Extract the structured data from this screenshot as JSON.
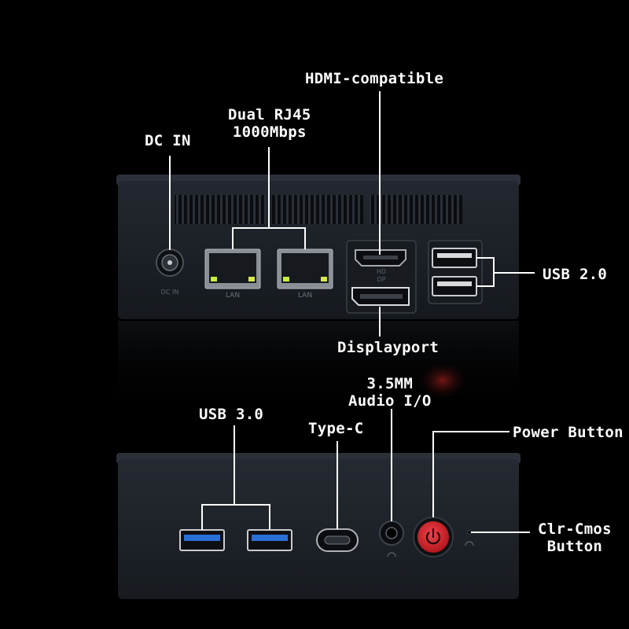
{
  "labels": {
    "hdmi": "HDMI-compatible",
    "rj45_line1": "Dual RJ45",
    "rj45_line2": "1000Mbps",
    "dc_in": "DC IN",
    "usb2": "USB 2.0",
    "displayport": "Displayport",
    "audio_line1": "3.5MM",
    "audio_line2": "Audio I/O",
    "usb3": "USB 3.0",
    "type_c": "Type-C",
    "power_button": "Power Button",
    "clr_cmos_line1": "Clr-Cmos",
    "clr_cmos_line2": "Button"
  },
  "port_markings": {
    "lan1": "LAN",
    "lan2": "LAN",
    "hd": "HD",
    "dp": "DP",
    "dc_mark": "DC IN"
  },
  "icons": {
    "power": "power-icon"
  },
  "colors": {
    "background": "#000000",
    "chassis": "#1c2128",
    "usb3_blue": "#2a6fd6",
    "power_red": "#d0232b",
    "led_green": "#c8f03c"
  }
}
